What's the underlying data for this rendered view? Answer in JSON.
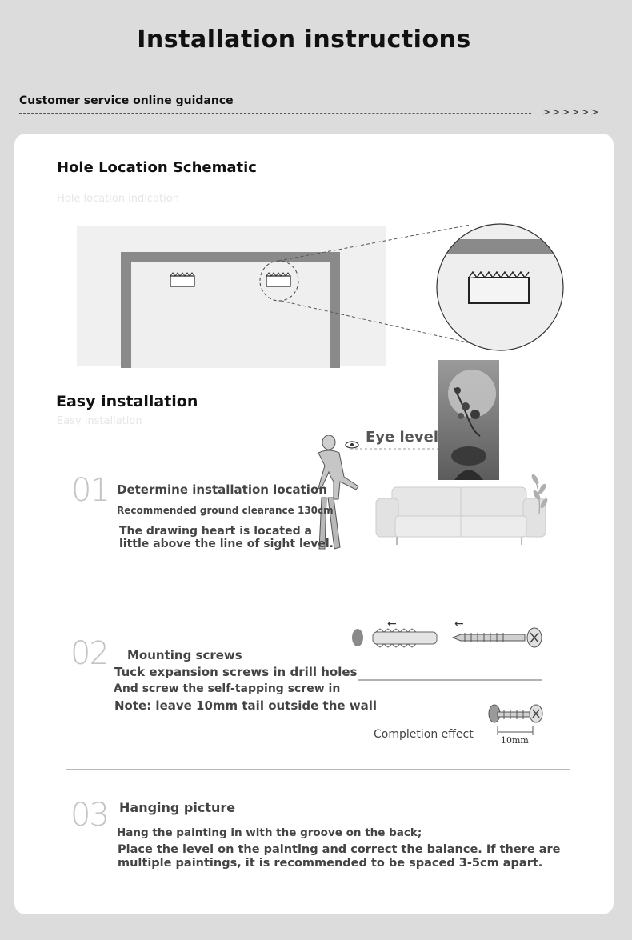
{
  "header": {
    "title": "Installation instructions",
    "service_label": "Customer service online guidance",
    "arrows": ">>>>>>"
  },
  "hole_section": {
    "title": "Hole Location Schematic",
    "subtitle": "Hole location indication"
  },
  "easy_section": {
    "title": "Easy installation",
    "subtitle": "Easy installation",
    "eye_level_label": "Eye level"
  },
  "steps": [
    {
      "number": "01",
      "title": "Determine installation location",
      "clearance": "Recommended ground clearance 130cm",
      "lines": [
        "The drawing heart is located a",
        "little above the line of sight level."
      ]
    },
    {
      "number": "02",
      "title": "Mounting screws",
      "lines": [
        "Tuck expansion screws in drill holes",
        "And screw the self-tapping screw in",
        "Note: leave 10mm tail outside the wall"
      ],
      "completion_label": "Completion effect",
      "measure_label": "10mm"
    },
    {
      "number": "03",
      "title": "Hanging picture",
      "lines": [
        "Hang the painting in with the groove on the back;",
        "Place the level on the painting and correct the balance. If there are",
        "multiple paintings, it is recommended to be spaced 3-5cm apart."
      ]
    }
  ],
  "colors": {
    "page_bg": "#dcdcdc",
    "card_bg": "#ffffff",
    "frame": "#8a8a8a",
    "step_number": "#c4c4c4"
  }
}
